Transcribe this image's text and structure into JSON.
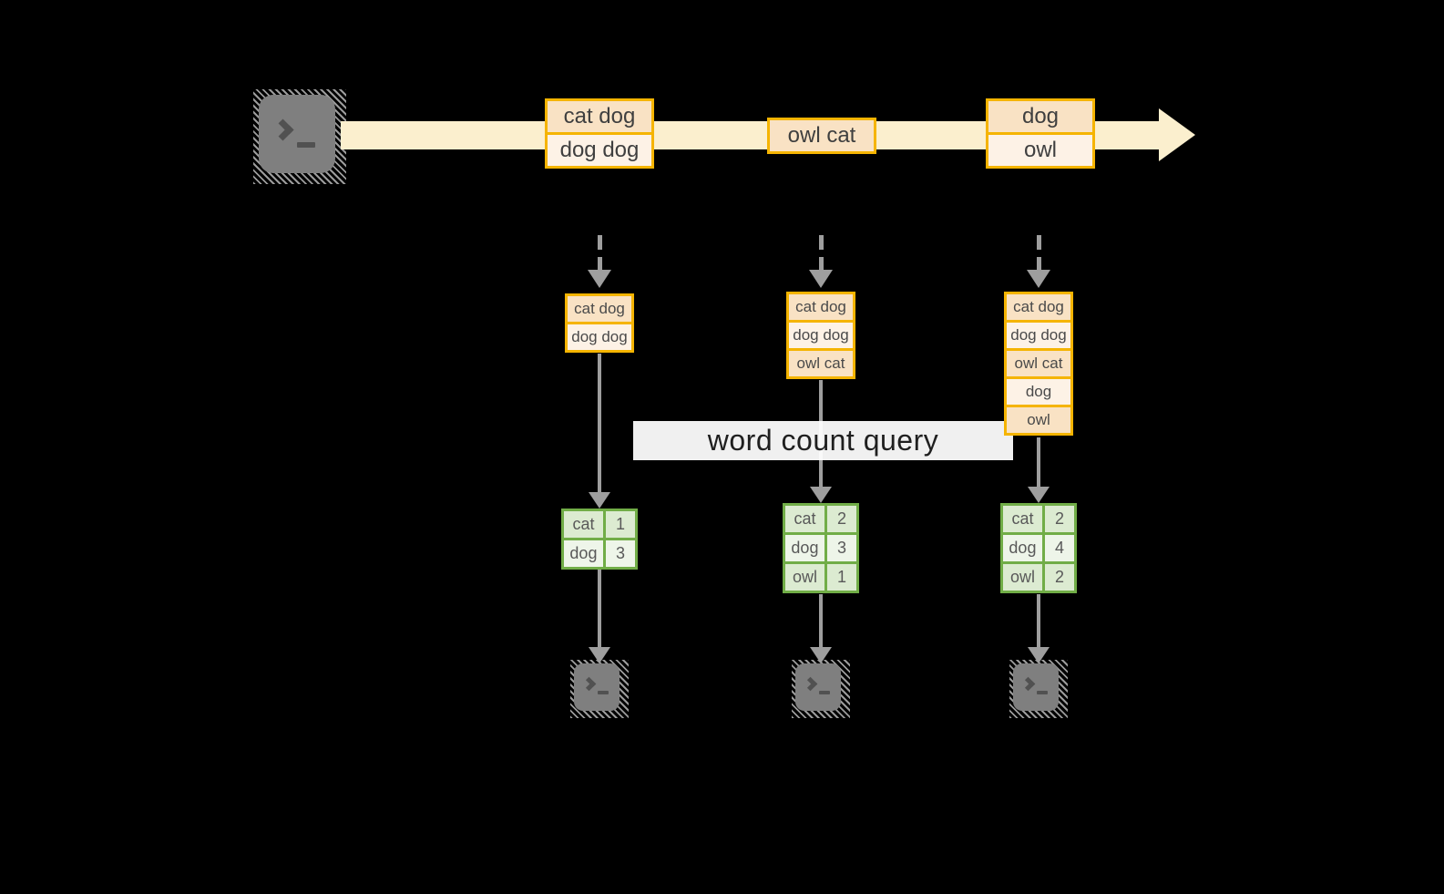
{
  "diagram": {
    "query_label": "word count query"
  },
  "stream": {
    "source_icon": "terminal-prompt-icon",
    "batches": [
      {
        "items": [
          "cat dog",
          "dog dog"
        ]
      },
      {
        "items": [
          "owl cat"
        ]
      },
      {
        "items": [
          "dog",
          "owl"
        ]
      }
    ]
  },
  "pipelines": [
    {
      "buffer": [
        "cat dog",
        "dog dog"
      ],
      "counts": [
        {
          "word": "cat",
          "count": "1"
        },
        {
          "word": "dog",
          "count": "3"
        }
      ],
      "sink_icon": "terminal-prompt-icon"
    },
    {
      "buffer": [
        "cat dog",
        "dog dog",
        "owl cat"
      ],
      "counts": [
        {
          "word": "cat",
          "count": "2"
        },
        {
          "word": "dog",
          "count": "3"
        },
        {
          "word": "owl",
          "count": "1"
        }
      ],
      "sink_icon": "terminal-prompt-icon"
    },
    {
      "buffer": [
        "cat dog",
        "dog dog",
        "owl cat",
        "dog",
        "owl"
      ],
      "counts": [
        {
          "word": "cat",
          "count": "2"
        },
        {
          "word": "dog",
          "count": "4"
        },
        {
          "word": "owl",
          "count": "2"
        }
      ],
      "sink_icon": "terminal-prompt-icon"
    }
  ],
  "colors": {
    "accent-gold": "#F5B400",
    "row-peach-dark": "#F9E2C4",
    "row-peach-light": "#FDF2E6",
    "stream-cream": "#FBEFCE",
    "accent-green": "#71AD47",
    "cell-green-dark": "#DCEBD1",
    "cell-green-light": "#EEF5E9",
    "arrow-gray": "#9E9E9E",
    "terminal-gray": "#7F7F7F",
    "band-text": "#1F1F1F"
  }
}
